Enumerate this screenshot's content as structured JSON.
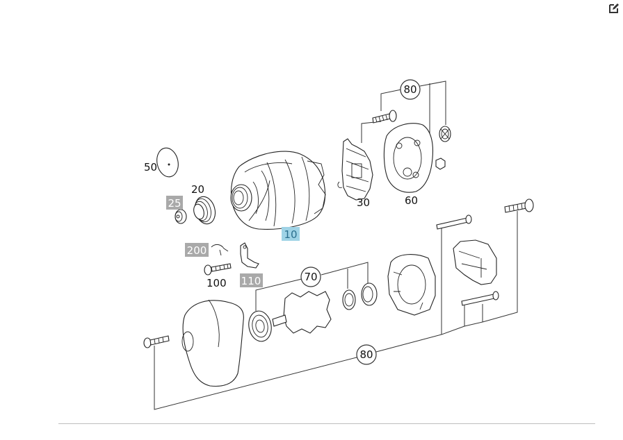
{
  "toolbar": {
    "edit_icon": "edit-square-pencil-icon"
  },
  "colors": {
    "highlight_blue": "#9fd3e6",
    "highlight_gray": "#a9a9a9",
    "line": "#222222",
    "rule": "#bdbdbd"
  },
  "callouts": {
    "c10": "10",
    "c20": "20",
    "c25": "25",
    "c30": "30",
    "c50": "50",
    "c60": "60",
    "c70": "70",
    "c80_top": "80",
    "c80_bottom": "80",
    "c100": "100",
    "c110": "110",
    "c200": "200"
  }
}
